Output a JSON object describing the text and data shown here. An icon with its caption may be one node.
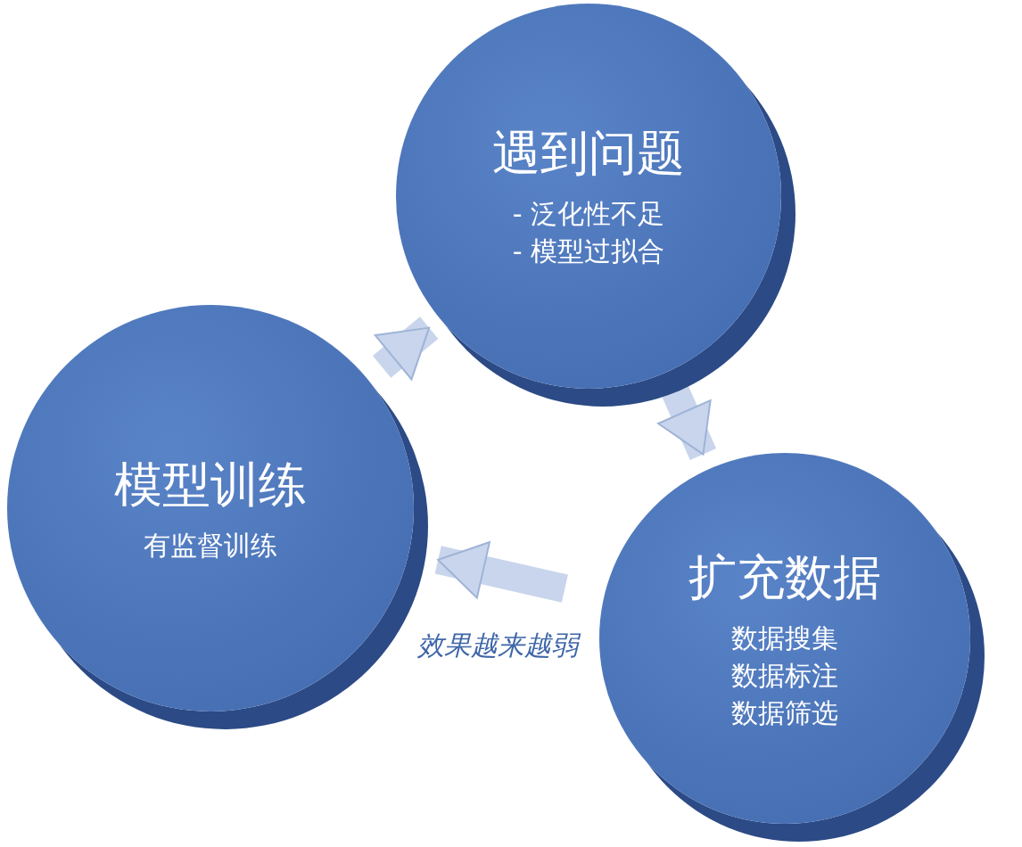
{
  "diagram": {
    "nodes": [
      {
        "text": [
          "遇到问题",
          "- 泛化性不足",
          "- 模型过拟合"
        ]
      },
      {
        "text": [
          "扩充数据",
          "数据搜集",
          "数据标注",
          "数据筛选"
        ]
      },
      {
        "text": [
          "模型训练",
          "有监督训练"
        ]
      }
    ],
    "edges": [
      {
        "from": 0,
        "to": 1,
        "arrow": "to"
      },
      {
        "from": 1,
        "to": 2,
        "arrow": "to",
        "label": "效果越来越弱"
      },
      {
        "from": 2,
        "to": 0,
        "arrow": "to"
      }
    ]
  }
}
